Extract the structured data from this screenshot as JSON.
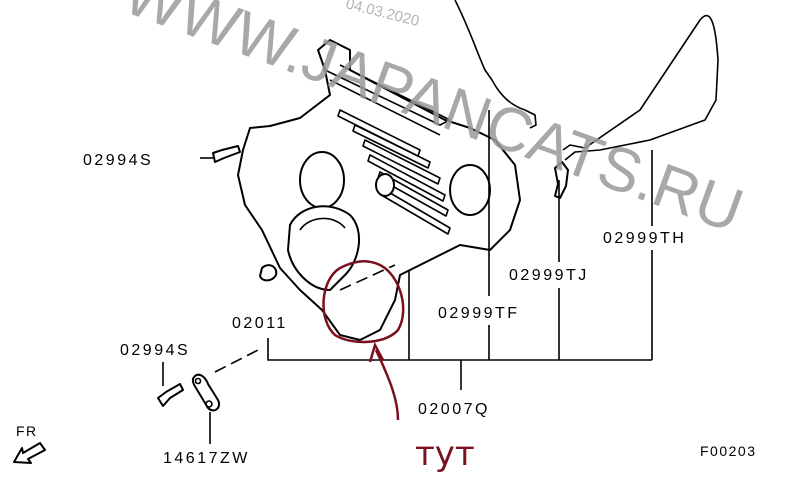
{
  "watermark": {
    "site": "WWW.JAPANCATS.RU",
    "date": "04.03.2020"
  },
  "parts": {
    "bolt_upper": "02994S",
    "bolt_lower": "02994S",
    "grommet": "02011",
    "cover_front": "02999TF",
    "clip": "02999TJ",
    "gasket": "02999TH",
    "cover_assy": "02007Q",
    "bracket": "14617ZW"
  },
  "direction_label": "FR",
  "figure_code": "F00203",
  "annotation": {
    "text": "тут",
    "color": "#7a1020"
  }
}
